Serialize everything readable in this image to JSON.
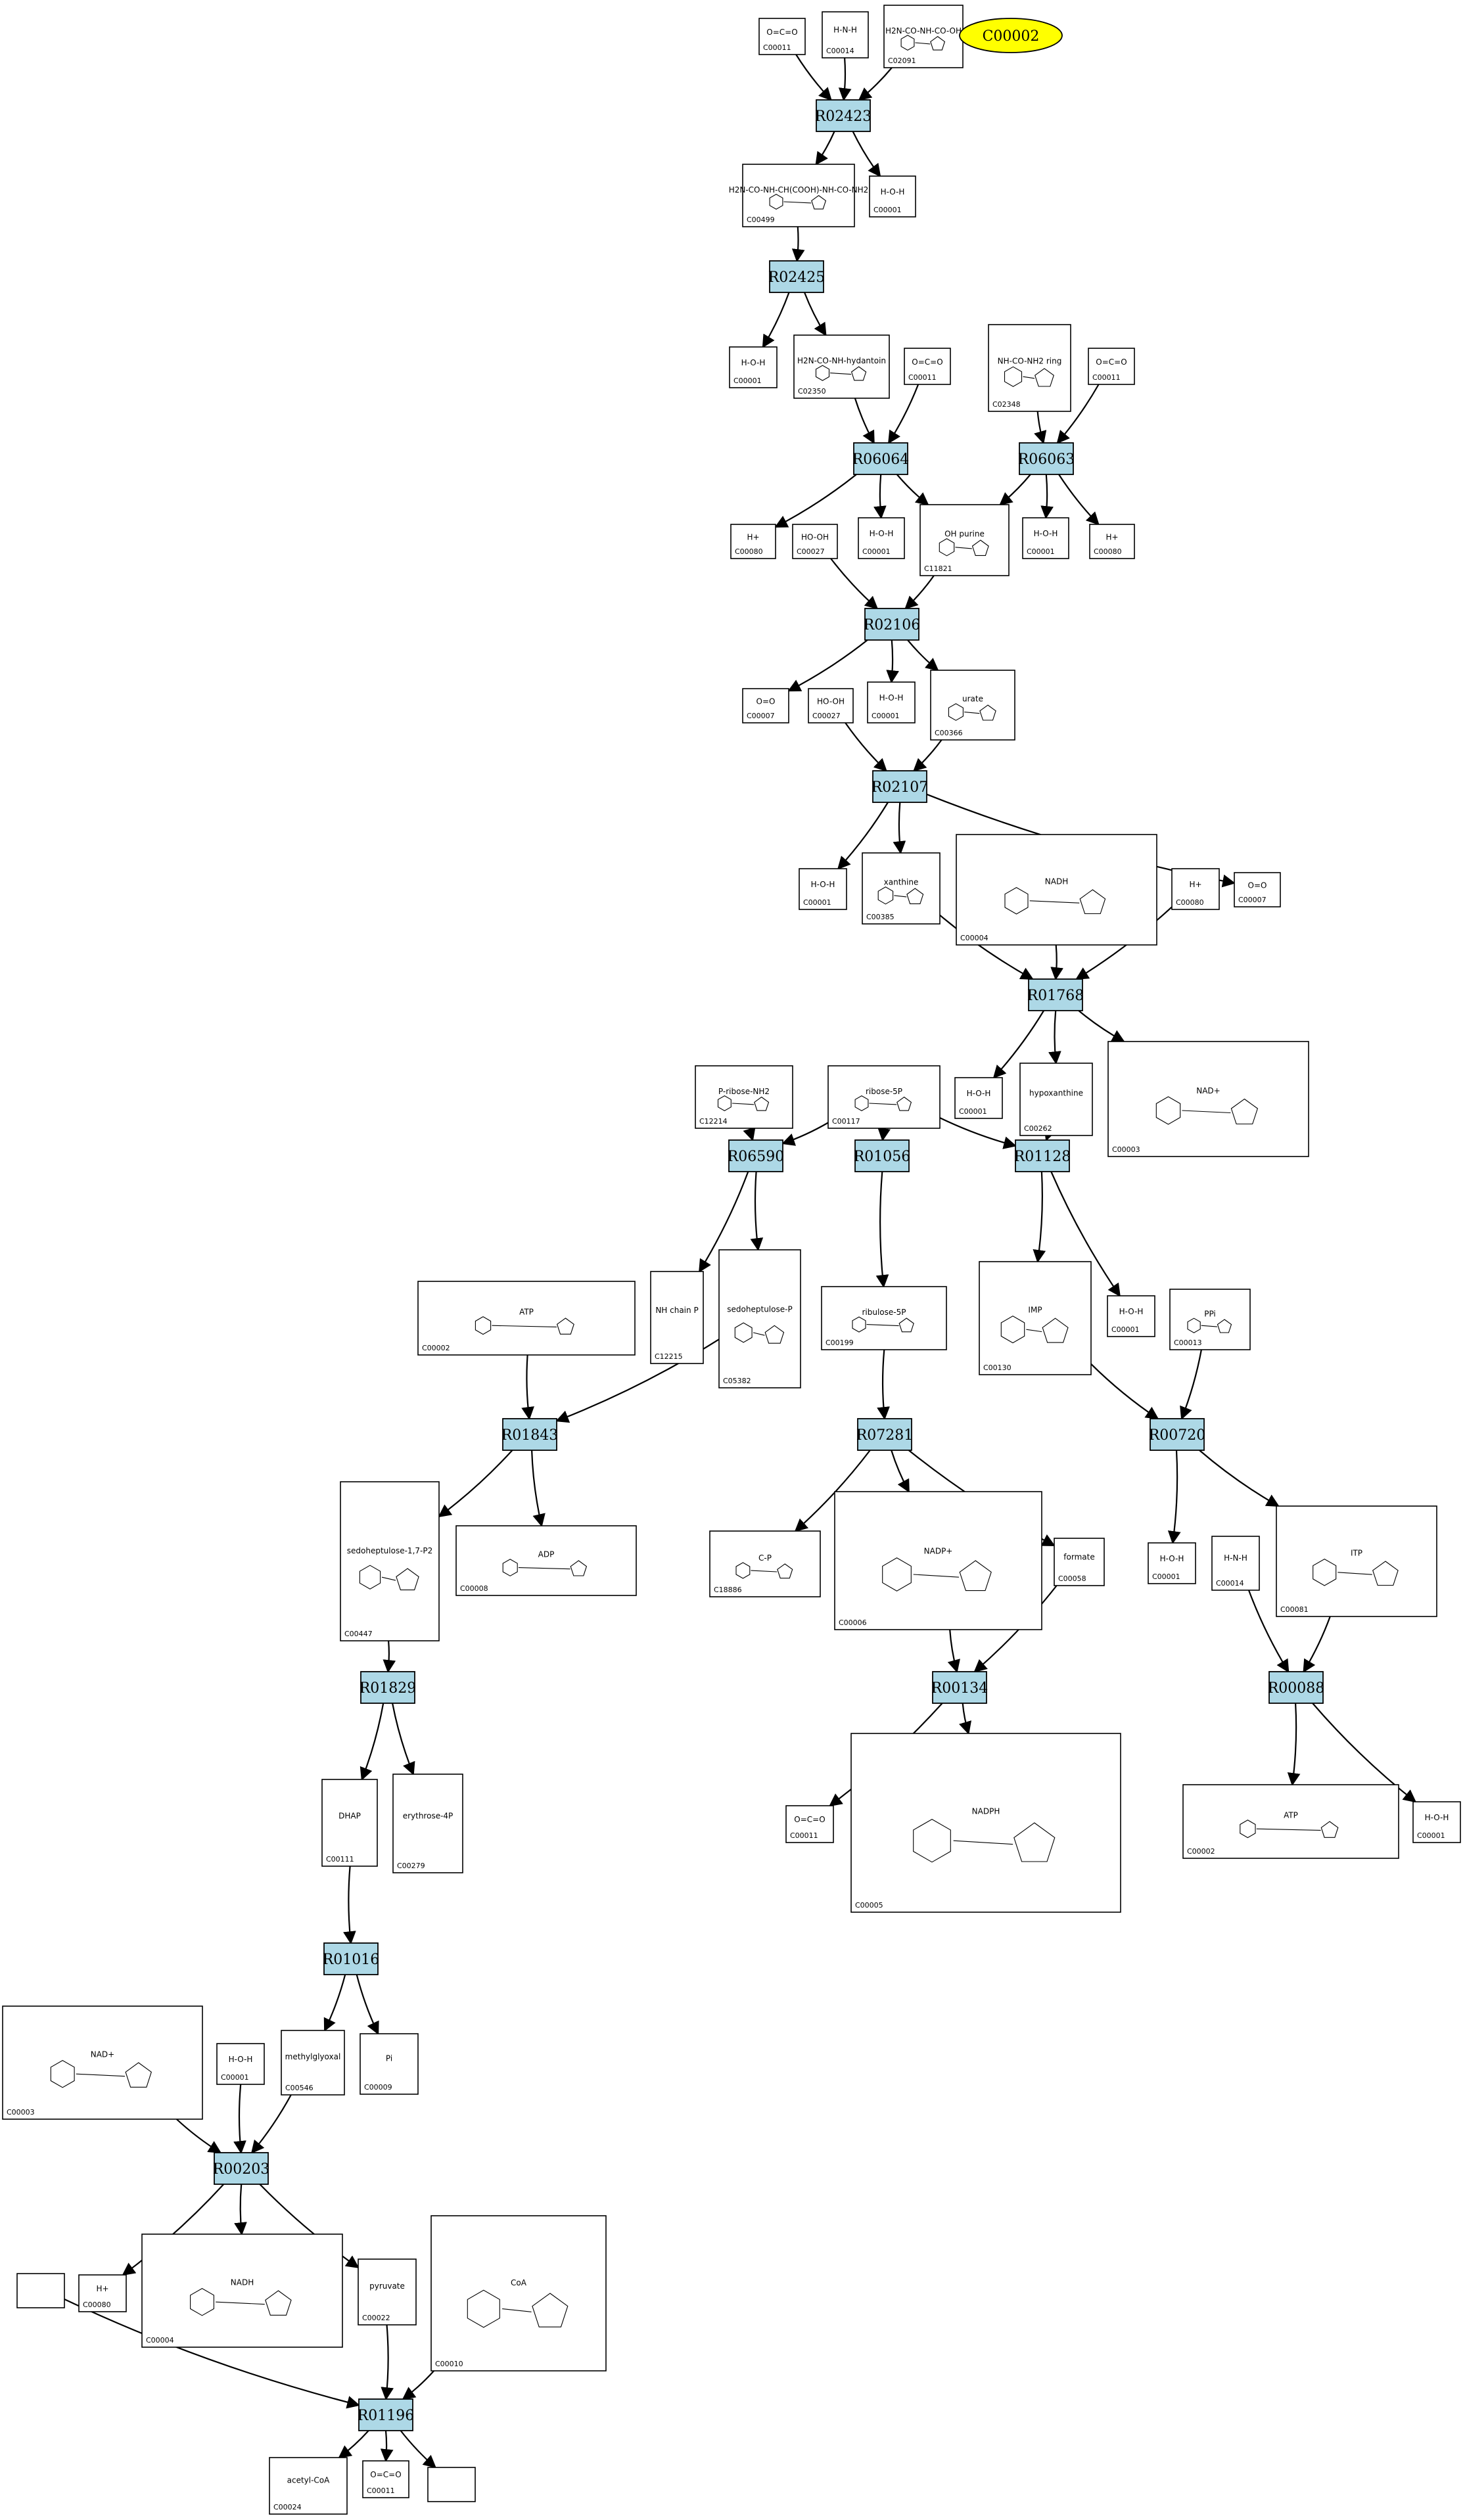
{
  "highlight": {
    "id": "C00002",
    "fill": "#ffff00"
  },
  "reaction_style": {
    "fill": "#add8e6"
  },
  "reactions": [
    {
      "id": "R02423"
    },
    {
      "id": "R02425"
    },
    {
      "id": "R06064"
    },
    {
      "id": "R06063"
    },
    {
      "id": "R02106"
    },
    {
      "id": "R02107"
    },
    {
      "id": "R01768"
    },
    {
      "id": "R06590"
    },
    {
      "id": "R01056"
    },
    {
      "id": "R01128"
    },
    {
      "id": "R01843"
    },
    {
      "id": "R07281"
    },
    {
      "id": "R00720"
    },
    {
      "id": "R01829"
    },
    {
      "id": "R00134"
    },
    {
      "id": "R00088"
    },
    {
      "id": "R01016"
    },
    {
      "id": "R00203"
    },
    {
      "id": "R01196"
    }
  ],
  "compounds": [
    {
      "key": "c00011_a",
      "id": "C00011",
      "structure": "O=C=O"
    },
    {
      "key": "c00014_a",
      "id": "C00014",
      "structure": "H-N-H"
    },
    {
      "key": "c02091_a",
      "id": "C02091",
      "structure": "H2N-CO-NH-CO-OH"
    },
    {
      "key": "c00499_a",
      "id": "C00499",
      "structure": "H2N-CO-NH-CH(COOH)-NH-CO-NH2"
    },
    {
      "key": "c00001_a",
      "id": "C00001",
      "structure": "H-O-H"
    },
    {
      "key": "c00001_b",
      "id": "C00001",
      "structure": "H-O-H"
    },
    {
      "key": "c02350_a",
      "id": "C02350",
      "structure": "H2N-CO-NH-hydantoin"
    },
    {
      "key": "c00011_b",
      "id": "C00011",
      "structure": "O=C=O"
    },
    {
      "key": "c02348_a",
      "id": "C02348",
      "structure": "NH-CO-NH2 ring"
    },
    {
      "key": "c00011_c",
      "id": "C00011",
      "structure": "O=C=O"
    },
    {
      "key": "c00080_a",
      "id": "C00080",
      "structure": "H+"
    },
    {
      "key": "c00001_c",
      "id": "C00001",
      "structure": "H-O-H"
    },
    {
      "key": "c11821_a",
      "id": "C11821",
      "structure": "OH purine"
    },
    {
      "key": "c00001_d",
      "id": "C00001",
      "structure": "H-O-H"
    },
    {
      "key": "c00080_b",
      "id": "C00080",
      "structure": "H+"
    },
    {
      "key": "c00027_a",
      "id": "C00027",
      "structure": "HO-OH"
    },
    {
      "key": "c00007_a",
      "id": "C00007",
      "structure": "O=O"
    },
    {
      "key": "c00027_b",
      "id": "C00027",
      "structure": "HO-OH"
    },
    {
      "key": "c00001_e",
      "id": "C00001",
      "structure": "H-O-H"
    },
    {
      "key": "c00366_a",
      "id": "C00366",
      "structure": "urate"
    },
    {
      "key": "c00001_f",
      "id": "C00001",
      "structure": "H-O-H"
    },
    {
      "key": "c00385_a",
      "id": "C00385",
      "structure": "xanthine"
    },
    {
      "key": "c00004_a",
      "id": "C00004",
      "structure": "NADH"
    },
    {
      "key": "c00080_c",
      "id": "C00080",
      "structure": "H+"
    },
    {
      "key": "c00007_b",
      "id": "C00007",
      "structure": "O=O"
    },
    {
      "key": "c12214_a",
      "id": "C12214",
      "structure": "P-ribose-NH2"
    },
    {
      "key": "c00117_a",
      "id": "C00117",
      "structure": "ribose-5P"
    },
    {
      "key": "c00001_g",
      "id": "C00001",
      "structure": "H-O-H"
    },
    {
      "key": "c00262_a",
      "id": "C00262",
      "structure": "hypoxanthine"
    },
    {
      "key": "c00003_a",
      "id": "C00003",
      "structure": "NAD+"
    },
    {
      "key": "c00002_a",
      "id": "C00002",
      "structure": "ATP"
    },
    {
      "key": "c12215_a",
      "id": "C12215",
      "structure": "NH chain P"
    },
    {
      "key": "c05382_a",
      "id": "C05382",
      "structure": "sedoheptulose-P"
    },
    {
      "key": "c00199_a",
      "id": "C00199",
      "structure": "ribulose-5P"
    },
    {
      "key": "c00130_a",
      "id": "C00130",
      "structure": "IMP"
    },
    {
      "key": "c00001_h",
      "id": "C00001",
      "structure": "H-O-H"
    },
    {
      "key": "c00013_a",
      "id": "C00013",
      "structure": "PPi"
    },
    {
      "key": "c00447_a",
      "id": "C00447",
      "structure": "sedoheptulose-1,7-P2"
    },
    {
      "key": "c00008_a",
      "id": "C00008",
      "structure": "ADP"
    },
    {
      "key": "c18886_a",
      "id": "C18886",
      "structure": "C-P"
    },
    {
      "key": "c00006_a",
      "id": "C00006",
      "structure": "NADP+"
    },
    {
      "key": "c00058_a",
      "id": "C00058",
      "structure": "formate"
    },
    {
      "key": "c00001_i",
      "id": "C00001",
      "structure": "H-O-H"
    },
    {
      "key": "c00014_b",
      "id": "C00014",
      "structure": "H-N-H"
    },
    {
      "key": "c00081_a",
      "id": "C00081",
      "structure": "ITP"
    },
    {
      "key": "c00011_d",
      "id": "C00011",
      "structure": "O=C=O"
    },
    {
      "key": "c00005_a",
      "id": "C00005",
      "structure": "NADPH"
    },
    {
      "key": "c00002_b",
      "id": "C00002",
      "structure": "ATP"
    },
    {
      "key": "c00001_j",
      "id": "C00001",
      "structure": "H-O-H"
    },
    {
      "key": "c00111_a",
      "id": "C00111",
      "structure": "DHAP"
    },
    {
      "key": "c00279_a",
      "id": "C00279",
      "structure": "erythrose-4P"
    },
    {
      "key": "c00003_b",
      "id": "C00003",
      "structure": "NAD+"
    },
    {
      "key": "c00001_k",
      "id": "C00001",
      "structure": "H-O-H"
    },
    {
      "key": "c00546_a",
      "id": "C00546",
      "structure": "methylglyoxal"
    },
    {
      "key": "c00009_a",
      "id": "C00009",
      "structure": "Pi"
    },
    {
      "key": "c00080_d",
      "id": "C00080",
      "structure": "H+"
    },
    {
      "key": "c00004_b",
      "id": "C00004",
      "structure": "NADH"
    },
    {
      "key": "c00022_a",
      "id": "C00022",
      "structure": "pyruvate"
    },
    {
      "key": "c00010_a",
      "id": "C00010",
      "structure": "CoA"
    },
    {
      "key": "c00024_a",
      "id": "C00024",
      "structure": "acetyl-CoA"
    },
    {
      "key": "c00011_e",
      "id": "C00011",
      "structure": "O=C=O"
    }
  ]
}
